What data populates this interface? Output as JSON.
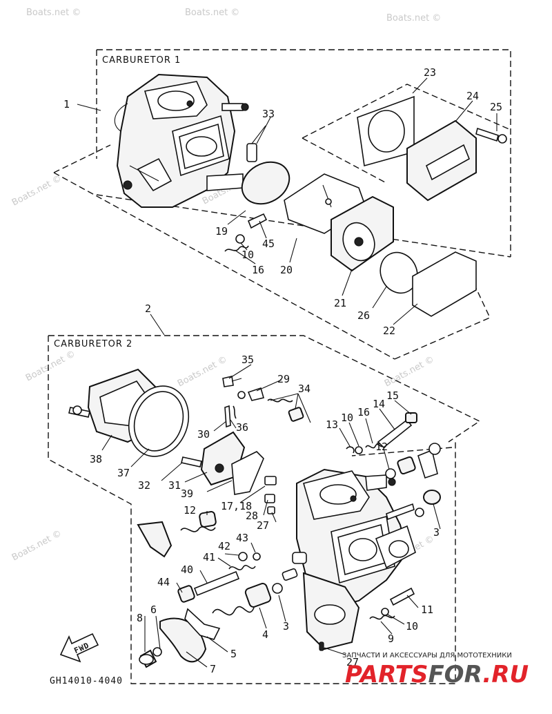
{
  "titles": {
    "carb1": "CARBURETOR 1",
    "carb2": "CARBURETOR 2"
  },
  "part_code": "GH14010-4040",
  "fwd_label": "FWD",
  "watermark": "Boats.net ©",
  "brand": {
    "tagline": "ЗАПЧАСТИ И АКСЕССУАРЫ ДЛЯ МОТОТЕХНИКИ",
    "name_red": "PARTS",
    "name_mid": "FOR",
    "name_tld": ".RU",
    "color_red": "#e2232a",
    "color_gray": "#555555"
  },
  "callouts": {
    "c1": "1",
    "c2": "2",
    "c3a": "3",
    "c3b": "3",
    "c4": "4",
    "c5": "5",
    "c6": "6",
    "c7": "7",
    "c8": "8",
    "c9": "9",
    "c10a": "10",
    "c10b": "10",
    "c10c": "10",
    "c11": "11",
    "c12a": "12",
    "c12b": "12",
    "c13": "13",
    "c14": "14",
    "c15": "15",
    "c16a": "16",
    "c16b": "16",
    "c1718": "17,18",
    "c19": "19",
    "c20": "20",
    "c21": "21",
    "c22": "22",
    "c23": "23",
    "c24": "24",
    "c25": "25",
    "c26": "26",
    "c27a": "27",
    "c27b": "27",
    "c28": "28",
    "c29": "29",
    "c30": "30",
    "c31": "31",
    "c32": "32",
    "c33": "33",
    "c34": "34",
    "c35": "35",
    "c36": "36",
    "c37": "37",
    "c38": "38",
    "c39": "39",
    "c40": "40",
    "c41": "41",
    "c42": "42",
    "c43": "43",
    "c44": "44",
    "c45": "45"
  },
  "icons": [
    "fwd-arrow-icon",
    "carburetor-body-icon",
    "screw-icon",
    "spring-icon"
  ]
}
